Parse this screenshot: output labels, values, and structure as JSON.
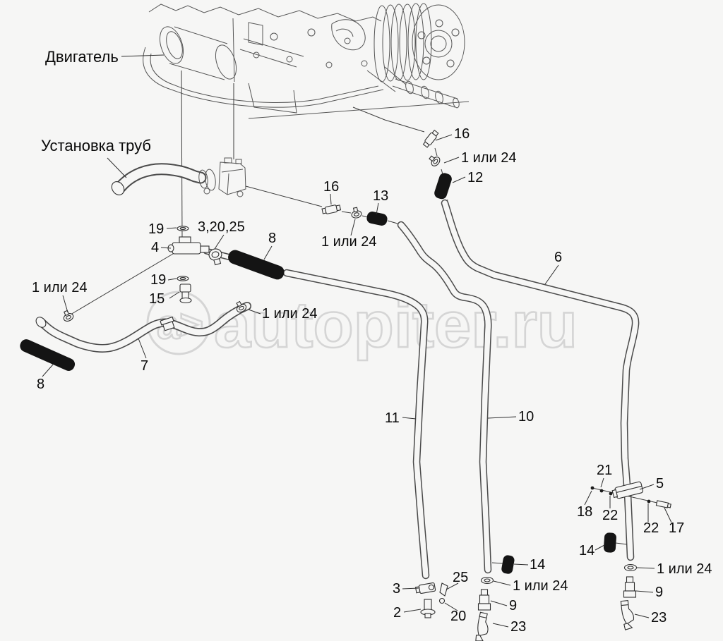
{
  "page": {
    "background": "#f6f6f5",
    "line_color": "#4a4a4a",
    "label_color": "#0a0a0a",
    "watermark_color": "#d5d5d5"
  },
  "labels": {
    "engine": "Двигатель",
    "pipe_installation": "Установка труб",
    "part_1_or_24": "1 или 24",
    "part_2": "2",
    "part_3": "3",
    "part_3_20_25": "3,20,25",
    "part_4": "4",
    "part_5": "5",
    "part_6": "6",
    "part_7": "7",
    "part_8": "8",
    "part_9": "9",
    "part_10": "10",
    "part_11": "11",
    "part_12": "12",
    "part_13": "13",
    "part_14": "14",
    "part_15": "15",
    "part_16": "16",
    "part_17": "17",
    "part_18": "18",
    "part_19": "19",
    "part_20": "20",
    "part_21": "21",
    "part_22": "22",
    "part_23": "23",
    "part_25": "25"
  },
  "watermark": {
    "logo": "a>",
    "site": "autopiter.ru"
  }
}
